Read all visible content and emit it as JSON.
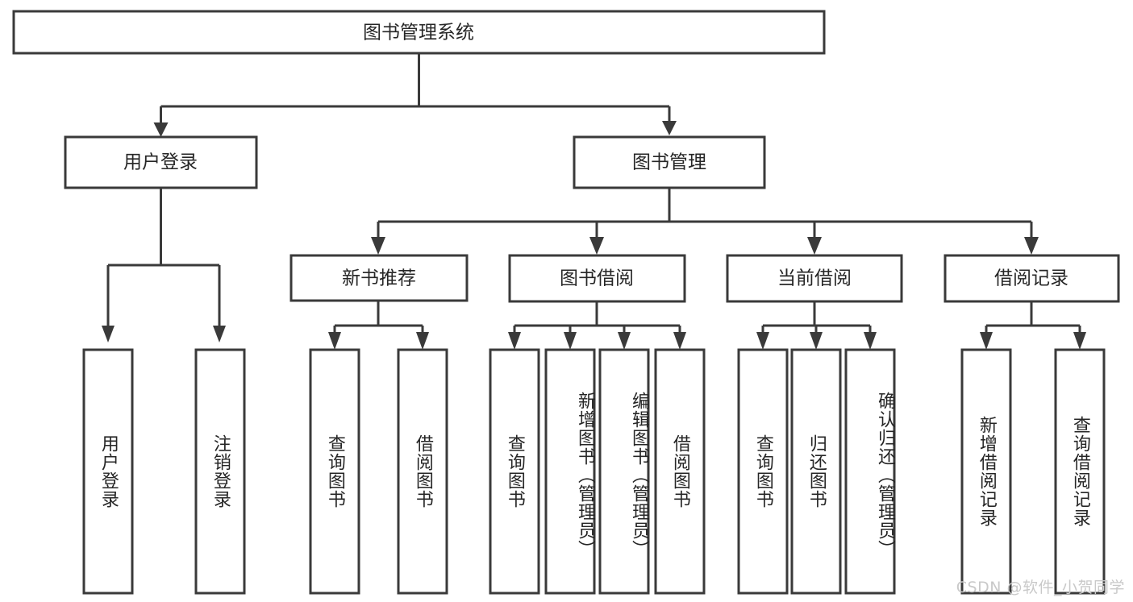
{
  "diagram": {
    "kind": "tree-hierarchy-chart",
    "title_node": {
      "label": "图书管理系统"
    },
    "level2": [
      {
        "label": "用户登录"
      },
      {
        "label": "图书管理"
      }
    ],
    "level3": [
      {
        "label": "新书推荐"
      },
      {
        "label": "图书借阅"
      },
      {
        "label": "当前借阅"
      },
      {
        "label": "借阅记录"
      }
    ],
    "leaves": {
      "user_login": [
        {
          "label": "用户登录"
        },
        {
          "label": "注销登录"
        }
      ],
      "new_book_recommend": [
        {
          "label": "查询图书"
        },
        {
          "label": "借阅图书"
        }
      ],
      "book_borrow": [
        {
          "label": "查询图书"
        },
        {
          "label": "新增图书（管理员）"
        },
        {
          "label": "编辑图书（管理员）"
        },
        {
          "label": "借阅图书"
        }
      ],
      "current_borrow": [
        {
          "label": "查询图书"
        },
        {
          "label": "归还图书"
        },
        {
          "label": "确认归还（管理员）"
        }
      ],
      "borrow_record": [
        {
          "label": "新增借阅记录"
        },
        {
          "label": "查询借阅记录"
        }
      ]
    }
  },
  "watermark": {
    "text": "CSDN @软件_小贺同学"
  },
  "colors": {
    "stroke": "#3a3a3a",
    "text": "#262626",
    "background": "#ffffff",
    "watermark": "#c9c9c9"
  }
}
